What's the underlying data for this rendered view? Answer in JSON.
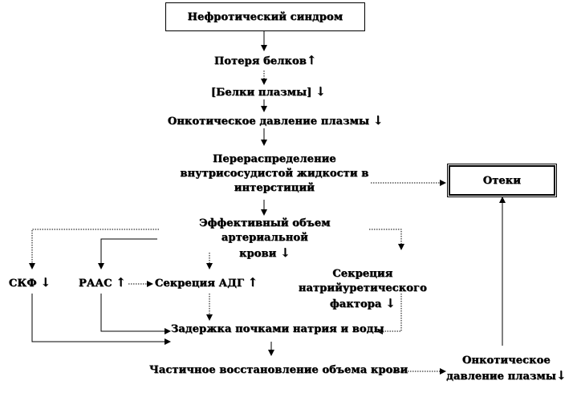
{
  "nodes": {
    "nephrotic": "Нефротический синдром",
    "protein_loss": "Потеря белков",
    "plasma_proteins": "[Белки плазмы]",
    "oncotic_1": "Онкотическое давление плазмы",
    "redistribution_1": "Перераспределение",
    "redistribution_2": "внутрисосудистой жидкости в",
    "redistribution_3": "интерстиций",
    "edema": "Отеки",
    "effective_volume_1": "Эффективный объем артериальной",
    "effective_volume_2": "крови",
    "gfr": "СКФ",
    "raas": "РААС",
    "adh": "Секреция АДГ",
    "natriuretic_1": "Секреция натрийуретического",
    "natriuretic_2": "фактора",
    "retention": "Задержка почками натрия и воды",
    "restoration": "Частичное восстановление объема крови",
    "oncotic_2_1": "Онкотическое",
    "oncotic_2_2": "давление плазмы"
  },
  "icons": {
    "up": "↑",
    "down": "↓"
  }
}
